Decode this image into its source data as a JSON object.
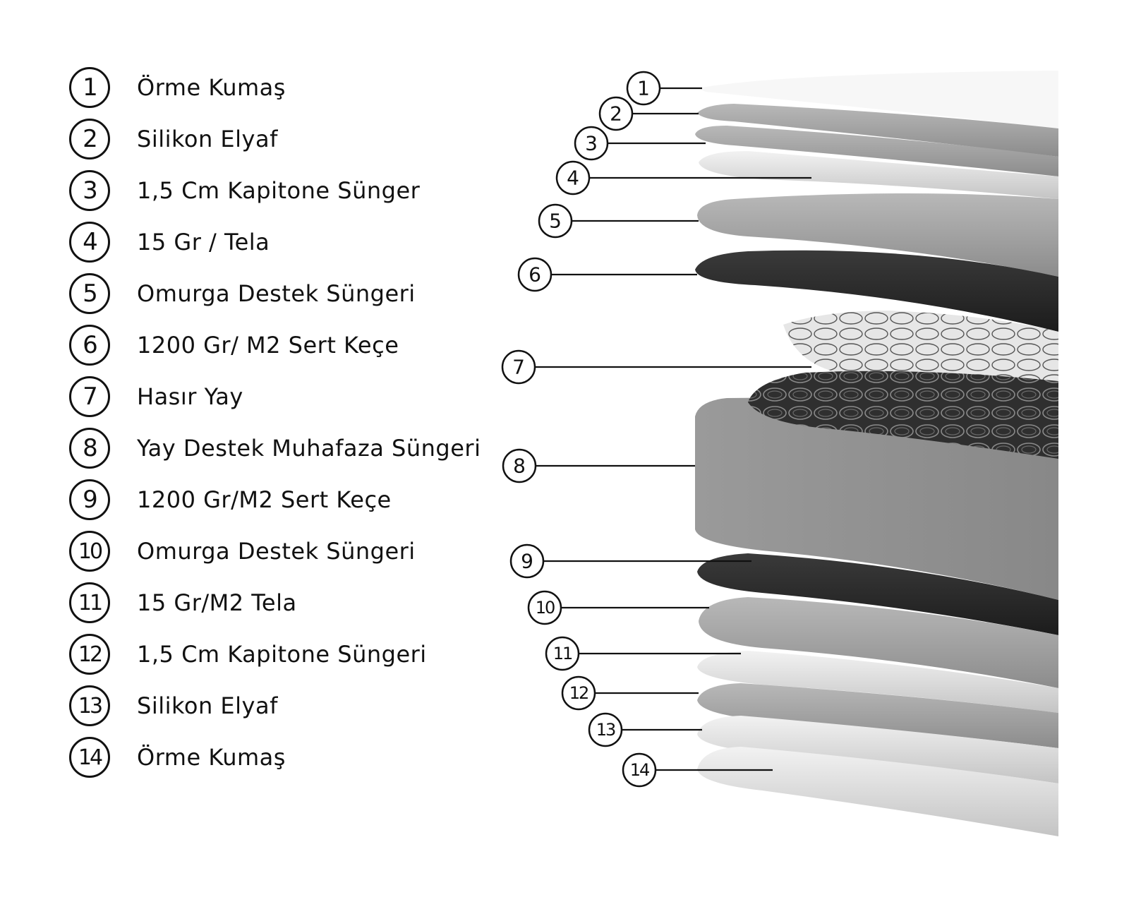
{
  "layers": [
    {
      "number": "1",
      "label": "Örme Kumaş"
    },
    {
      "number": "2",
      "label": "Silikon Elyaf"
    },
    {
      "number": "3",
      "label": "1,5 Cm Kapitone Sünger"
    },
    {
      "number": "4",
      "label": "15 Gr / Tela"
    },
    {
      "number": "5",
      "label": "Omurga Destek Süngeri"
    },
    {
      "number": "6",
      "label": "1200 Gr/ M2 Sert Keçe"
    },
    {
      "number": "7",
      "label": "Hasır Yay"
    },
    {
      "number": "8",
      "label": "Yay Destek Muhafaza Süngeri"
    },
    {
      "number": "9",
      "label": "1200 Gr/M2 Sert Keçe"
    },
    {
      "number": "10",
      "label": "Omurga Destek Süngeri"
    },
    {
      "number": "11",
      "label": "15 Gr/M2 Tela"
    },
    {
      "number": "12",
      "label": "1,5 Cm Kapitone Süngeri"
    },
    {
      "number": "13",
      "label": "Silikon Elyaf"
    },
    {
      "number": "14",
      "label": "Örme Kumaş"
    }
  ],
  "colors": {
    "ink": "#111111",
    "foam_light": "#d8d8d8",
    "foam_mid": "#a6a6a6",
    "felt_dark": "#2a2a2a",
    "spring_light": "#cfcfcf"
  }
}
